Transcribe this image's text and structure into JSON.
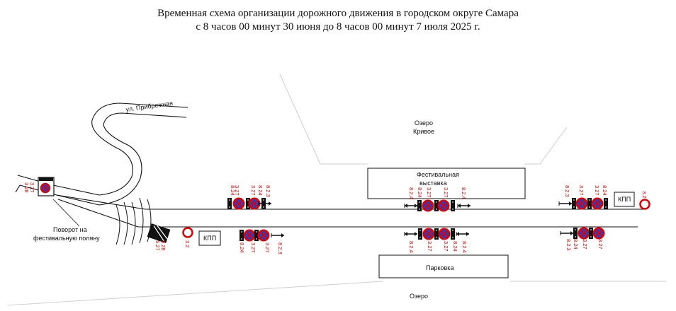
{
  "title": {
    "line1": "Временная схема организации дорожного движения в городском округе Самара",
    "line2": "с 8 часов 00 минут 30 июня до 8 часов 00 минут 7 июля 2025 г."
  },
  "labels": {
    "street": "ул. Прибрежная",
    "lake_top_1": "Озеро",
    "lake_top_2": "Кривое",
    "lake_bottom": "Озеро",
    "turn_1": "Поворот на",
    "turn_2": "фестивальную поляну",
    "festival_1": "Фестивальная",
    "festival_2": "выставка",
    "parking": "Парковка",
    "kpp_left": "КПП",
    "kpp_right": "КПП"
  },
  "sign_labels": {
    "g1": [
      "3.27",
      "8.24",
      "3.27",
      "8.24",
      "8.2.3"
    ],
    "g2": [
      "3.27",
      "3.27",
      "8.24",
      "8.2.3"
    ],
    "g3": [
      "8.2.4",
      "8.24",
      "3.27",
      "3.27",
      "8.2.4"
    ],
    "g4": [
      "8.2.4",
      "3.27",
      "3.27",
      "8.24",
      "8.2.4"
    ],
    "g5": [
      "8.2.3",
      "3.27",
      "3.27",
      "8.24"
    ],
    "g6": [
      "8.2.3",
      "8.24",
      "3.27",
      "3.27"
    ],
    "left_cluster": [
      "3.28",
      "3.27"
    ],
    "left_car": [
      "5.28",
      "5.27"
    ],
    "kpp_sign_left": "3.2",
    "kpp_sign_right": "3.2"
  },
  "colors": {
    "sign_blue": "#1f3fd1",
    "sign_red": "#e00000",
    "line": "#111111"
  }
}
